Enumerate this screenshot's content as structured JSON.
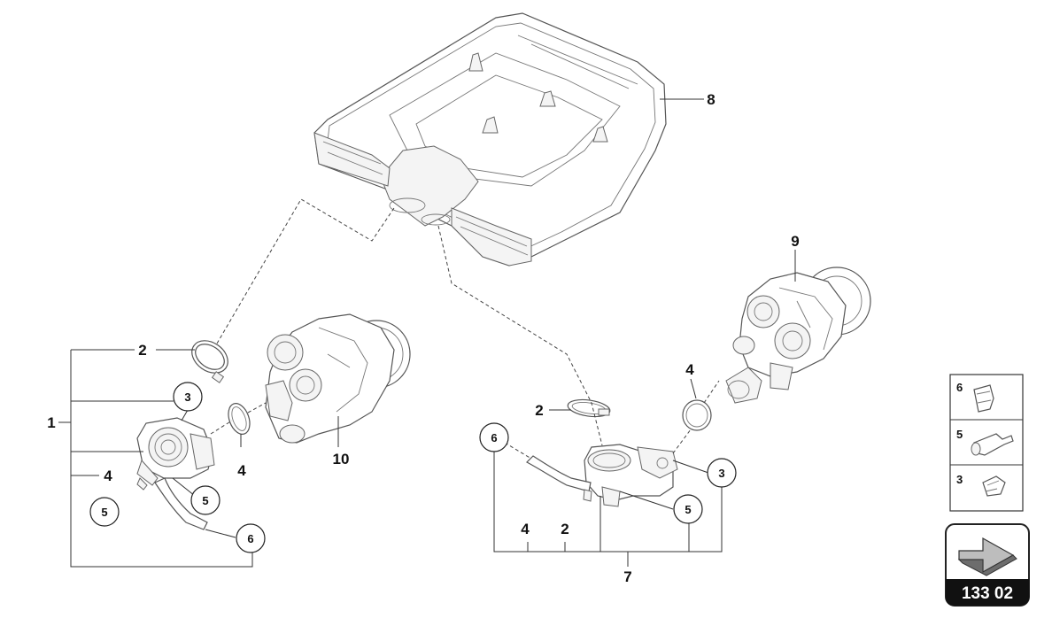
{
  "callouts": {
    "n1": "1",
    "n2a": "2",
    "n3a": "3",
    "n4a": "4",
    "n4b": "4",
    "n5a": "5",
    "n5b": "5",
    "n6a": "6",
    "n10": "10",
    "n8": "8",
    "n9": "9",
    "n2b": "2",
    "n4c": "4",
    "n6b": "6",
    "n3b": "3",
    "n5c": "5",
    "n4d": "4",
    "n2c": "2",
    "n7": "7"
  },
  "legend_panel": {
    "items": [
      {
        "number": "6",
        "icon": "hose-clip-icon"
      },
      {
        "number": "5",
        "icon": "nozzle-connector-icon"
      },
      {
        "number": "3",
        "icon": "clip-icon"
      }
    ]
  },
  "page_ref": {
    "number": "133 02",
    "icon": "arrow-icon"
  }
}
